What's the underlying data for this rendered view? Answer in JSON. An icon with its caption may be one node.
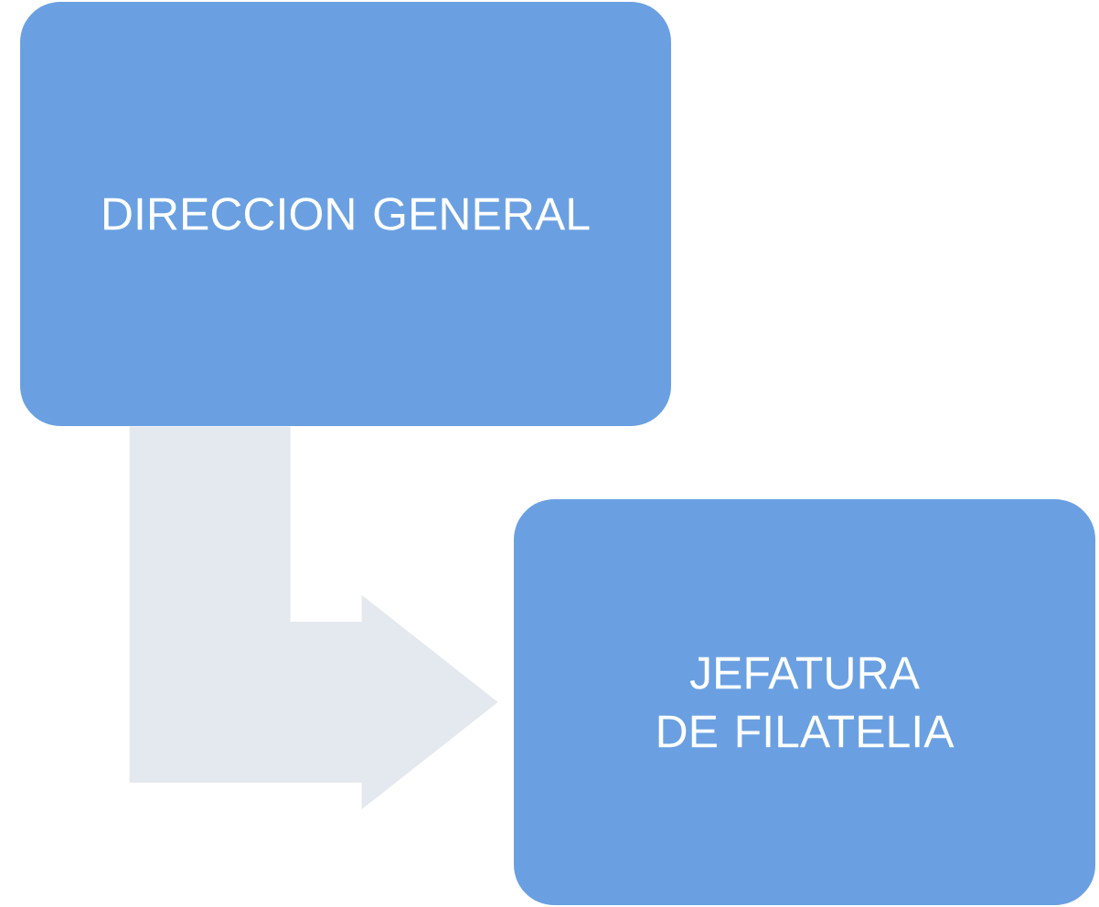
{
  "diagram": {
    "nodes": [
      {
        "text": [
          "DIRECCION GENERAL"
        ]
      },
      {
        "text": [
          "JEFATURA DE FILATELIA"
        ]
      }
    ],
    "edges": [
      {
        "from": 0,
        "to": 1,
        "arrow": "to"
      }
    ]
  }
}
